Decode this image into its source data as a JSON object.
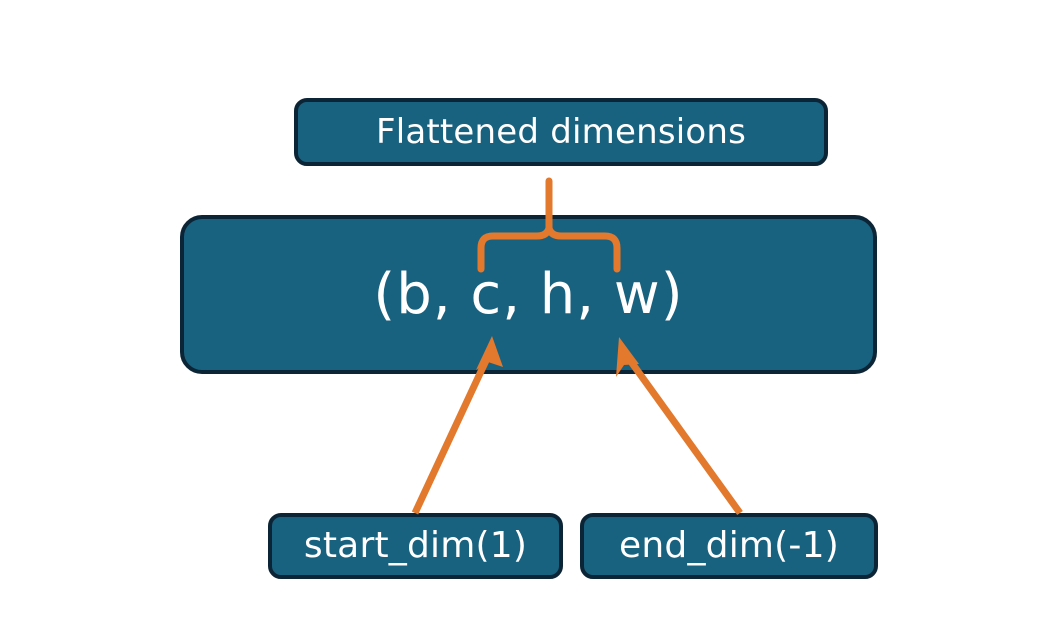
{
  "diagram": {
    "title": "Flatten dimensions diagram",
    "background_color": "#ffffff",
    "node_fill_color": "#19627f",
    "node_border_color": "#0c2536",
    "node_text_color": "#ffffff",
    "connector_color": "#e2792c",
    "nodes": {
      "flattened": {
        "label": "Flattened dimensions",
        "role": "annotation-top"
      },
      "shape": {
        "label": "(b, c, h, w)",
        "role": "tensor-shape",
        "dims": [
          "b",
          "c",
          "h",
          "w"
        ]
      },
      "start_dim": {
        "label": "start_dim(1)",
        "role": "argument",
        "argument_name": "start_dim",
        "argument_value": "1"
      },
      "end_dim": {
        "label": "end_dim(-1)",
        "role": "argument",
        "argument_name": "end_dim",
        "argument_value": "-1"
      }
    },
    "connectors": [
      {
        "name": "brace-over-flattened-dims",
        "type": "curly-brace",
        "from": "shape.c..w",
        "to": "flattened",
        "color": "#e2792c"
      },
      {
        "name": "arrow-start-dim-to-c",
        "type": "arrow",
        "from": "start_dim",
        "to": "shape.c",
        "color": "#e2792c"
      },
      {
        "name": "arrow-end-dim-to-w",
        "type": "arrow",
        "from": "end_dim",
        "to": "shape.w",
        "color": "#e2792c"
      }
    ]
  }
}
